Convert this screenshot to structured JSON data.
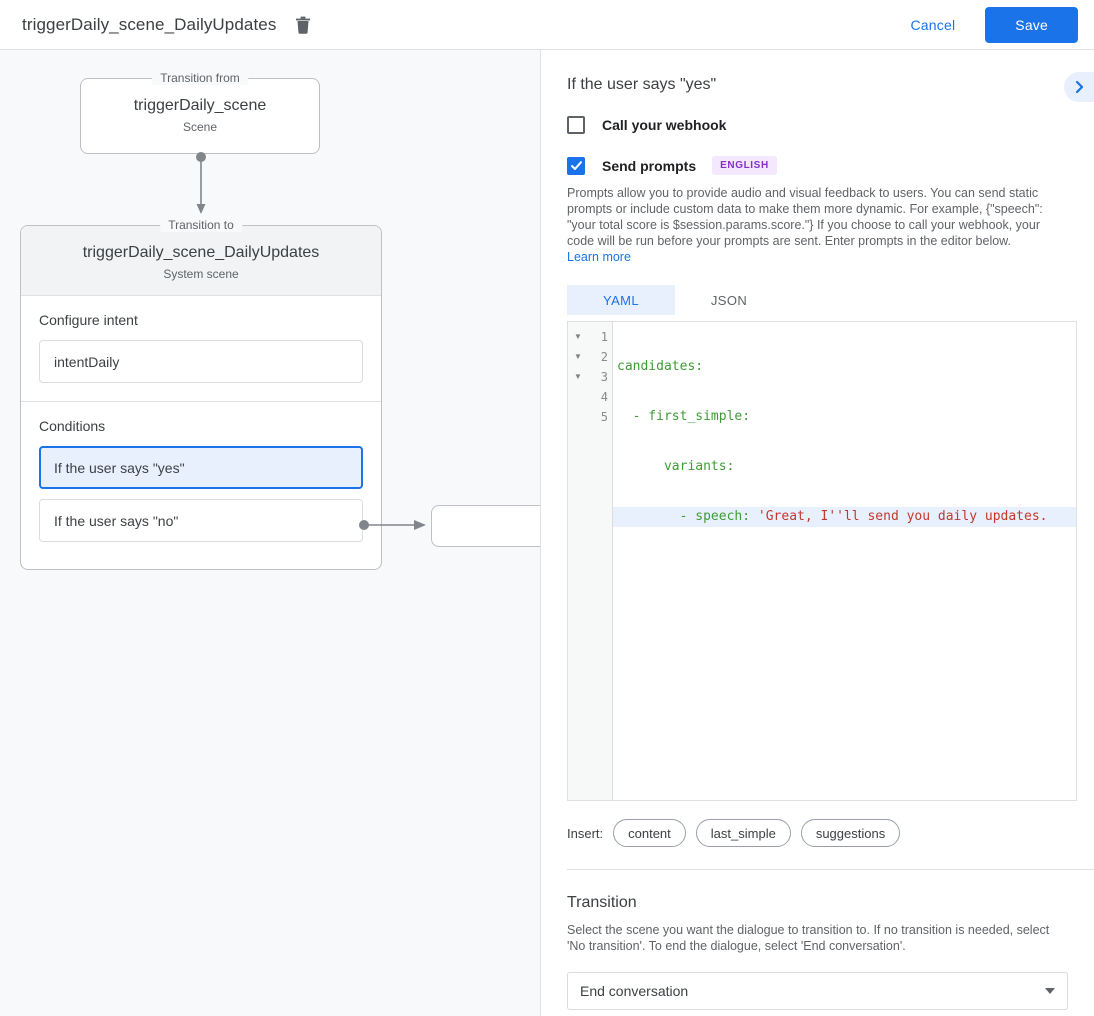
{
  "topbar": {
    "title": "triggerDaily_scene_DailyUpdates",
    "delete_icon": "trash-icon",
    "cancel_label": "Cancel",
    "save_label": "Save"
  },
  "canvas": {
    "transition_from": {
      "legend": "Transition from",
      "title": "triggerDaily_scene",
      "subtitle": "Scene"
    },
    "transition_to": {
      "legend": "Transition to",
      "title": "triggerDaily_scene_DailyUpdates",
      "subtitle": "System scene"
    },
    "configure_intent": {
      "label": "Configure intent",
      "value": "intentDaily"
    },
    "conditions": {
      "label": "Conditions",
      "items": [
        {
          "text": "If the user says \"yes\"",
          "selected": true
        },
        {
          "text": "If the user says \"no\"",
          "selected": false
        }
      ]
    },
    "target_node": {
      "text": ""
    }
  },
  "panel": {
    "title": "If the user says \"yes\"",
    "expand_icon": "chevron-right-icon",
    "webhook": {
      "label": "Call your webhook",
      "checked": false
    },
    "prompts": {
      "label": "Send prompts",
      "checked": true,
      "badge": "ENGLISH",
      "description": "Prompts allow you to provide audio and visual feedback to users. You can send static prompts or include custom data to make them more dynamic. For example, {\"speech\": \"your total score is $session.params.score.\"} If you choose to call your webhook, your code will be run before your prompts are sent. Enter prompts in the editor below.",
      "learn_more": "Learn more"
    },
    "editor": {
      "tabs": [
        {
          "label": "YAML",
          "active": true
        },
        {
          "label": "JSON",
          "active": false
        }
      ],
      "line_numbers": [
        "1",
        "2",
        "3",
        "4",
        "5"
      ],
      "fold_markers": [
        "▼",
        "▼",
        "▼",
        "",
        ""
      ],
      "lines": [
        {
          "n": 1,
          "key": "candidates:",
          "str": "",
          "indent": 0,
          "highlighted": false
        },
        {
          "n": 2,
          "key": "  - first_simple:",
          "str": "",
          "indent": 0,
          "highlighted": false
        },
        {
          "n": 3,
          "key": "      variants:",
          "str": "",
          "indent": 0,
          "highlighted": false
        },
        {
          "n": 4,
          "key": "        - speech: ",
          "str": "'Great, I''ll send you daily updates.",
          "indent": 0,
          "highlighted": true
        },
        {
          "n": 5,
          "key": "",
          "str": "",
          "indent": 0,
          "highlighted": false
        }
      ]
    },
    "insert": {
      "label": "Insert:",
      "chips": [
        "content",
        "last_simple",
        "suggestions"
      ]
    },
    "transition": {
      "title": "Transition",
      "description": "Select the scene you want the dialogue to transition to. If no transition is needed, select 'No transition'. To end the dialogue, select 'End conversation'.",
      "selected": "End conversation",
      "caret_icon": "chevron-down-icon"
    }
  },
  "colors": {
    "accent": "#1a73e8",
    "accent_bg": "#e8f0fe",
    "badge_bg": "#f3e8fd",
    "badge_fg": "#8430ce",
    "yaml_key": "#3f9c35",
    "yaml_string": "#c0392b",
    "canvas_bg": "#f8f9fa"
  }
}
